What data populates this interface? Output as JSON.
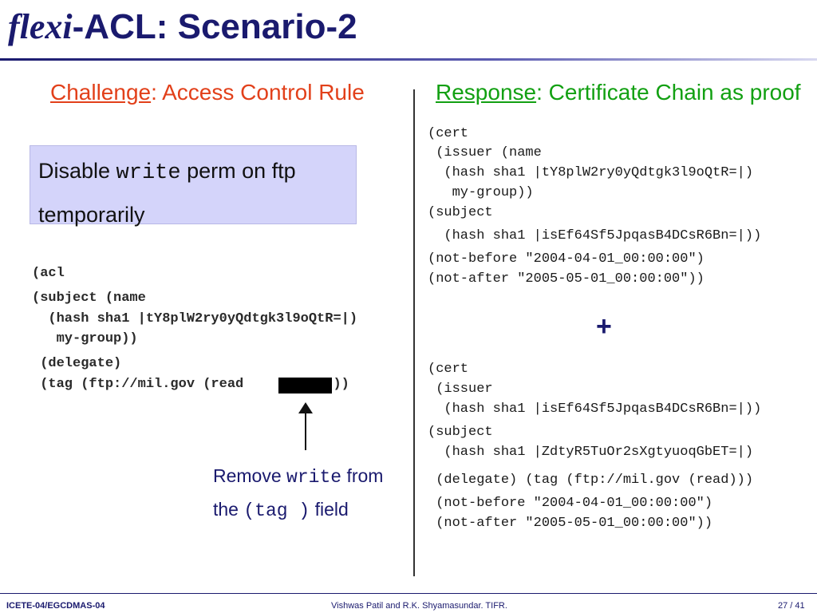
{
  "title": {
    "italic": "flexi",
    "rest": "-ACL: Scenario-2"
  },
  "challenge": {
    "heading_key": "Challenge",
    "heading_rest": ": Access Control Rule",
    "box_pre": "Disable ",
    "box_code": "write",
    "box_post": " perm on ftp temporarily"
  },
  "response": {
    "heading_key": "Response",
    "heading_rest": ": Certificate Chain as proof"
  },
  "acl_lines": [
    "(acl",
    "(subject (name",
    "  (hash sha1 |tY8plW2ry0yQdtgk3l9oQtR=|)",
    "   my-group))",
    " (delegate)",
    " (tag (ftp://mil.gov (read         ))))"
  ],
  "note": {
    "pre": "Remove ",
    "code1": "write",
    "mid": " from the ",
    "code2": "(tag )",
    "post": " field"
  },
  "plus": "+",
  "cert1_lines": [
    "(cert",
    " (issuer (name",
    "  (hash sha1 |tY8plW2ry0yQdtgk3l9oQtR=|)",
    "   my-group))",
    "(subject",
    "  (hash sha1 |isEf64Sf5JpqasB4DCsR6Bn=|))",
    "(not-before \"2004-04-01_00:00:00\")",
    "(not-after \"2005-05-01_00:00:00\"))"
  ],
  "cert2_lines": [
    "(cert",
    " (issuer",
    "  (hash sha1 |isEf64Sf5JpqasB4DCsR6Bn=|))",
    "(subject",
    "  (hash sha1 |ZdtyR5TuOr2sXgtyuoqGbET=|)",
    " (delegate) (tag (ftp://mil.gov (read)))",
    " (not-before \"2004-04-01_00:00:00\")",
    " (not-after \"2005-05-01_00:00:00\"))"
  ],
  "footer": {
    "left": "ICETE-04/EGCDMAS-04",
    "center": "Vishwas Patil and R.K. Shyamasundar. TIFR.",
    "page": "27 / 41"
  }
}
